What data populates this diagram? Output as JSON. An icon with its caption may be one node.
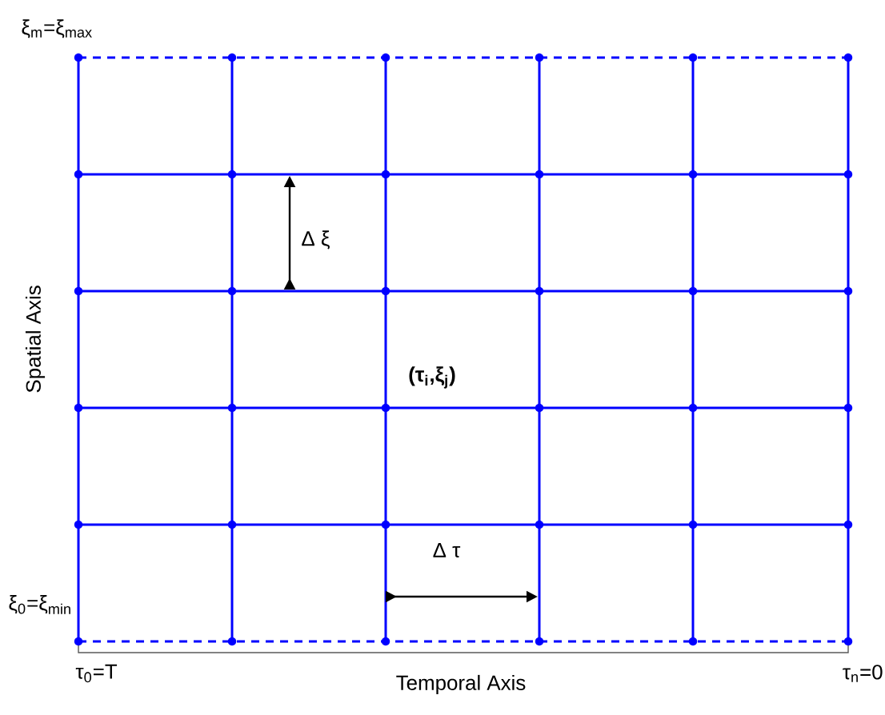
{
  "diagram": {
    "labels": [
      "ξ$_{m}$=ξ$_{max}$",
      "Δ ξ",
      "Spatial Axis",
      "(τ$_{i}$,ξ$_{j}$)",
      "Δ τ",
      "ξ$_{0}$=ξ$_{min}$",
      "τ$_{0}$=T",
      "Temporal Axis",
      "τ$_{n}$=0"
    ]
  }
}
